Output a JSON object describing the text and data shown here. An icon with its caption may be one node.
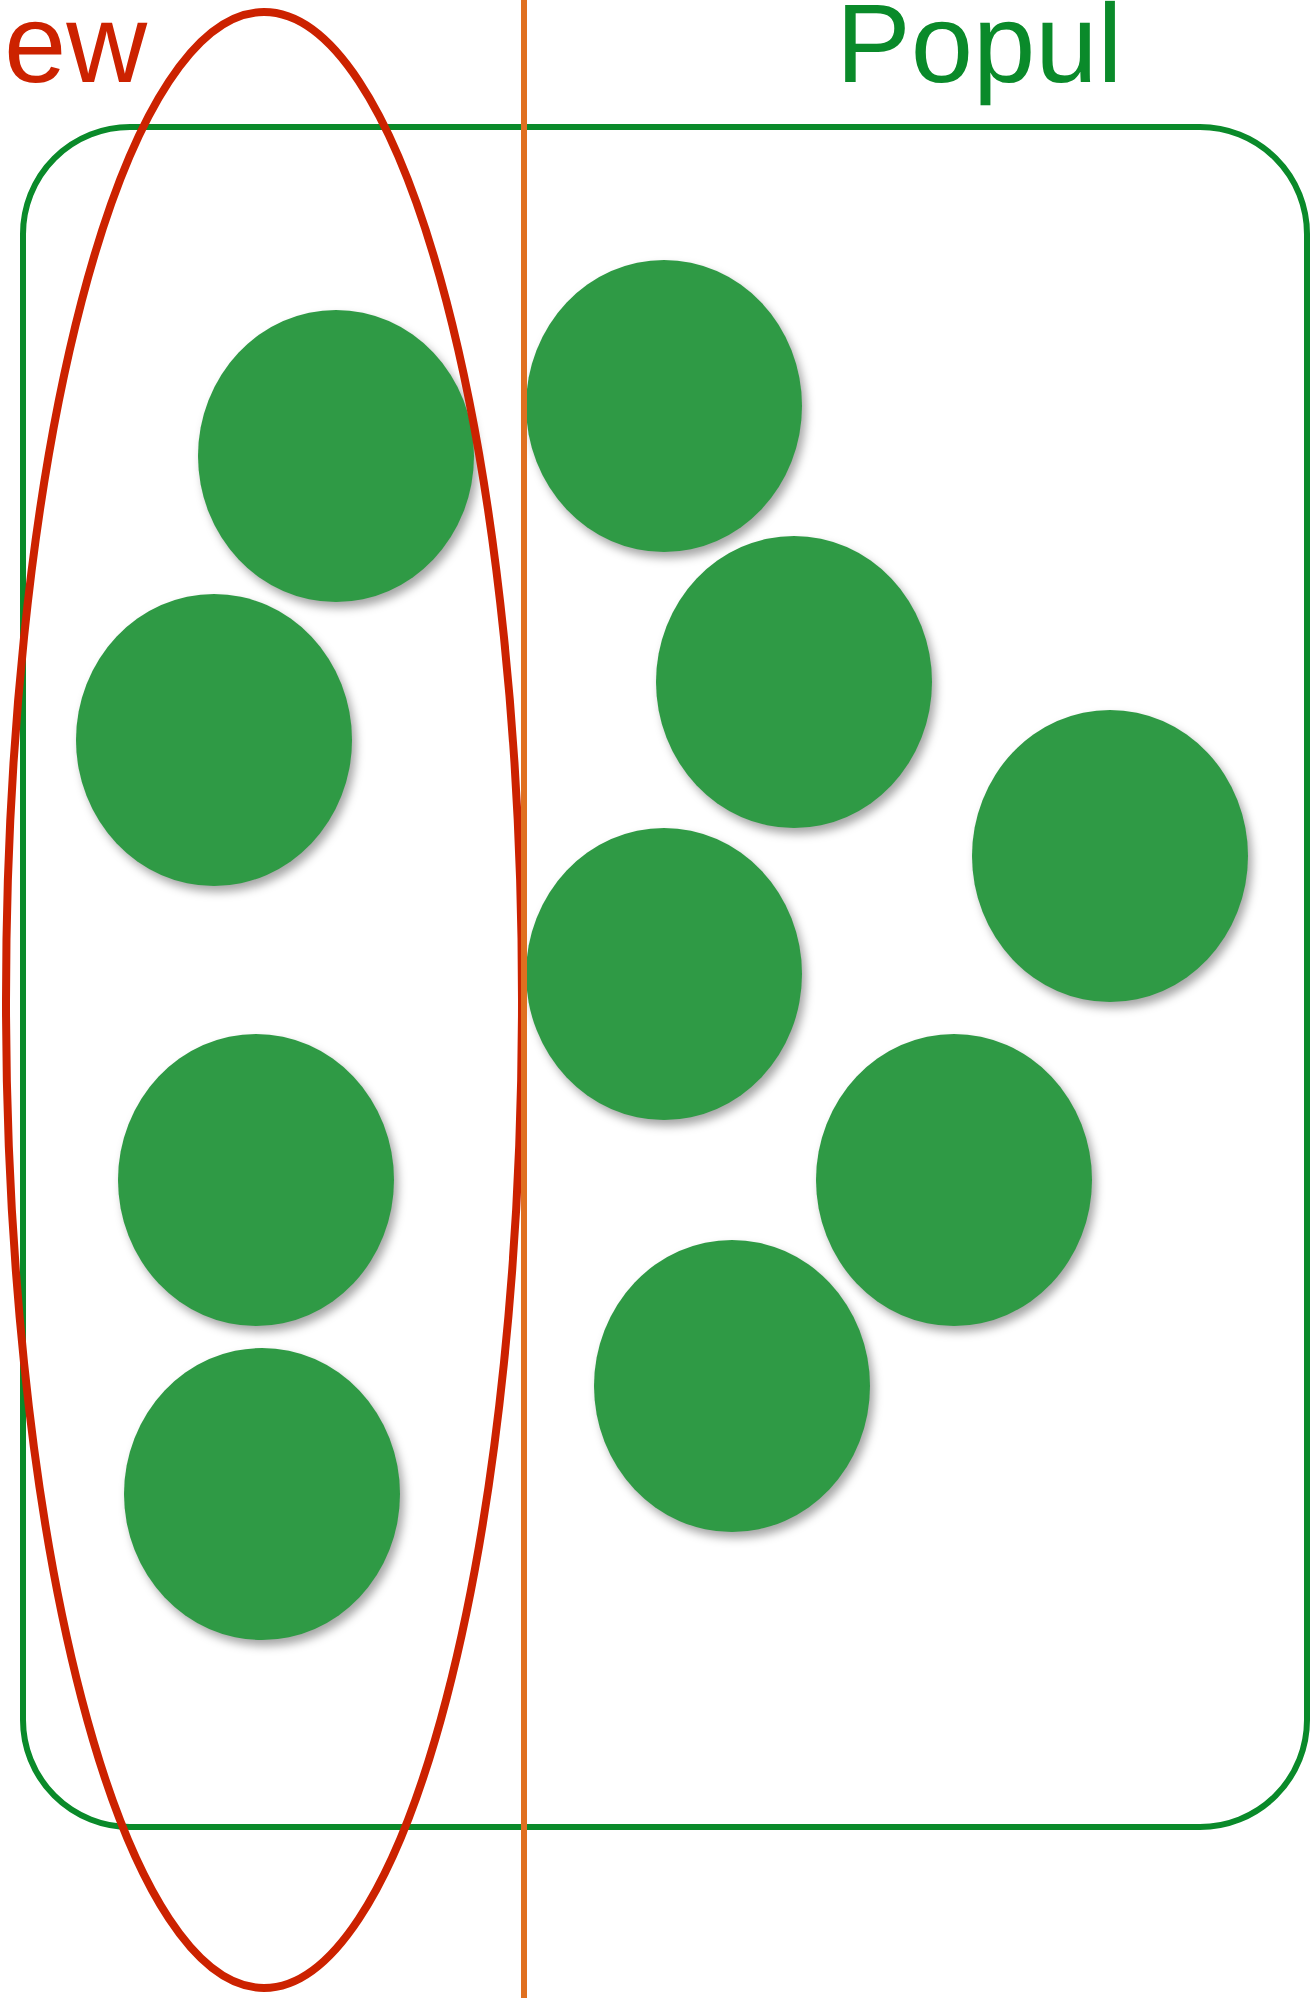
{
  "diagram": {
    "nodes": [
      {
        "text": [],
        "shape": "box"
      },
      {
        "text": [],
        "shape": "circle",
        "in": 0
      },
      {
        "text": [],
        "shape": "circle",
        "in": 0
      },
      {
        "text": [],
        "shape": "circle",
        "in": 0
      },
      {
        "text": [],
        "shape": "circle",
        "in": 0
      },
      {
        "text": [],
        "shape": "circle",
        "in": 0
      },
      {
        "text": [],
        "shape": "circle",
        "in": 0
      },
      {
        "text": [],
        "shape": "circle",
        "in": 0
      },
      {
        "text": [],
        "shape": "circle",
        "in": 0
      },
      {
        "text": [],
        "shape": "circle",
        "in": 0
      },
      {
        "text": [],
        "shape": "circle",
        "in": 0
      }
    ],
    "labels": [
      "ew",
      "Popul"
    ]
  }
}
